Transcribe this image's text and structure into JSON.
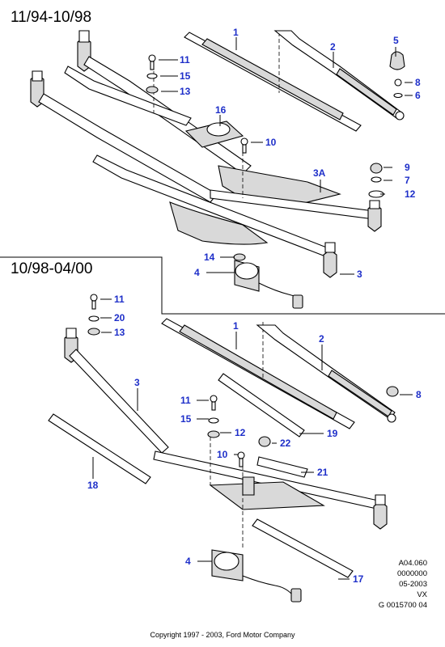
{
  "sections": [
    {
      "title": "11/94-10/98"
    },
    {
      "title": "10/98-04/00"
    }
  ],
  "callouts_top": [
    "1",
    "2",
    "5",
    "11",
    "15",
    "13",
    "8",
    "6",
    "16",
    "10",
    "9",
    "3A",
    "7",
    "12",
    "14",
    "4",
    "3"
  ],
  "callouts_bottom": [
    "11",
    "20",
    "13",
    "1",
    "2",
    "3",
    "8",
    "11",
    "15",
    "12",
    "19",
    "22",
    "10",
    "21",
    "18",
    "4",
    "17"
  ],
  "reference": [
    "A04.060",
    "0000000",
    "05-2003",
    "VX",
    "G 0015700 04"
  ],
  "copyright": "Copyright 1997 - 2003, Ford Motor Company",
  "colors": {
    "callout": "#1e2fc9",
    "line": "#000000",
    "shade": "#d9d9d9"
  }
}
